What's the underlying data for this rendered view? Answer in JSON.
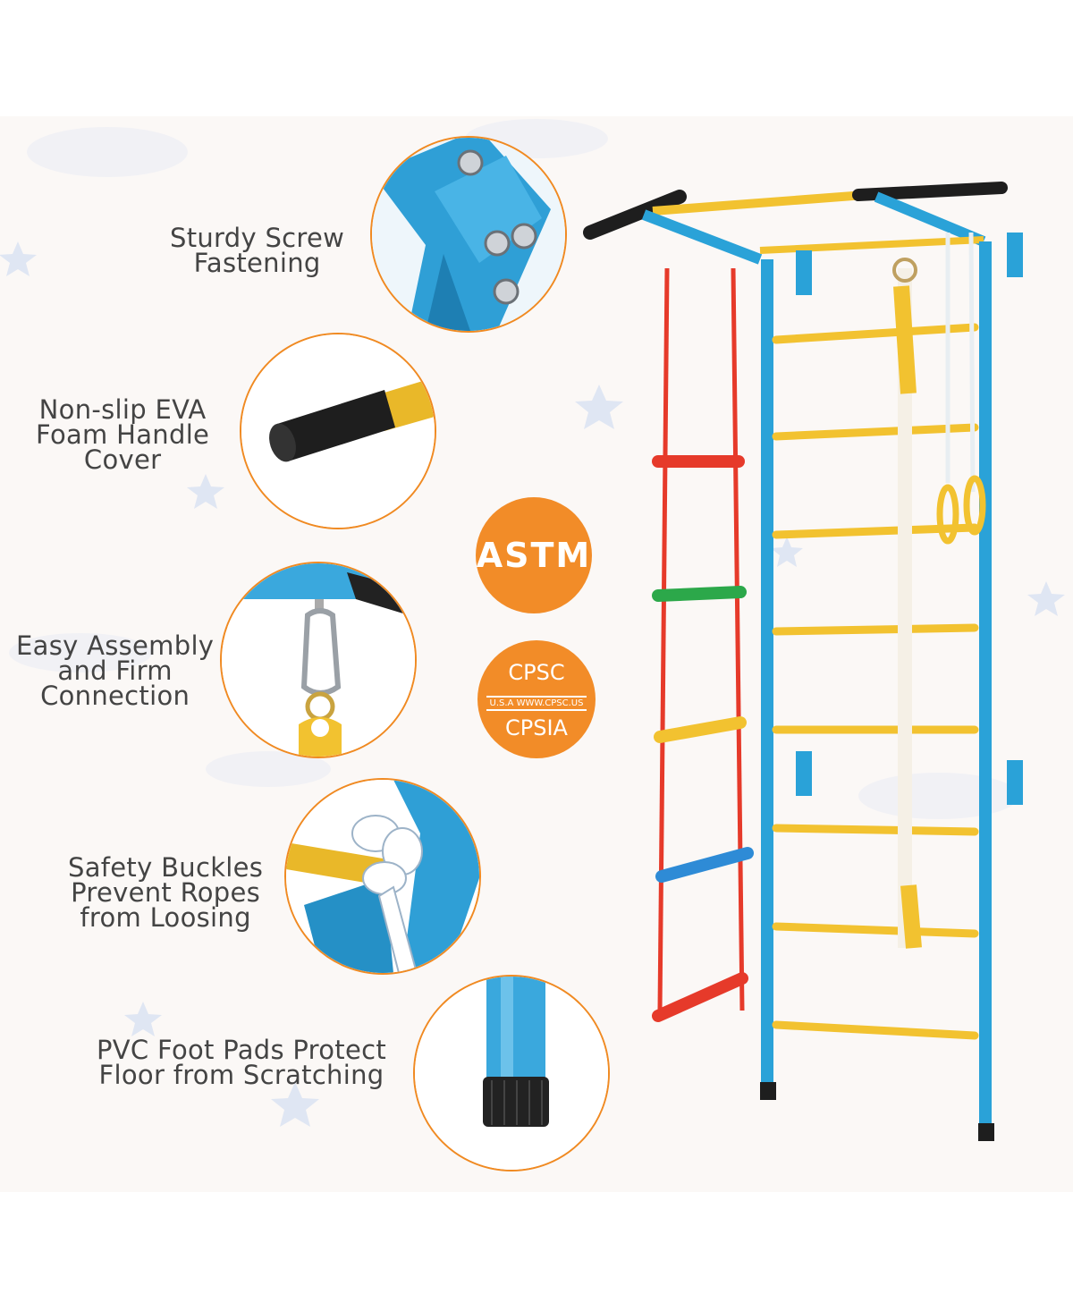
{
  "features": [
    {
      "line1": "Sturdy Screw",
      "line2": "Fastening",
      "line3": ""
    },
    {
      "line1": "Non-slip EVA",
      "line2": "Foam Handle",
      "line3": "Cover"
    },
    {
      "line1": "Easy Assembly",
      "line2": "and Firm",
      "line3": "Connection"
    },
    {
      "line1": "Safety Buckles",
      "line2": "Prevent Ropes",
      "line3": "from Loosing"
    },
    {
      "line1": "PVC Foot Pads Protect",
      "line2": "Floor from Scratching",
      "line3": ""
    }
  ],
  "badges": {
    "astm": "ASTM",
    "cpsc_top": "CPSC",
    "cpsc_mid": "U.S.A  WWW.CPSC.US",
    "cpsc_bottom": "CPSIA"
  },
  "colors": {
    "accent": "#f08a22",
    "frame_blue": "#2aa2d8",
    "rung_yellow": "#f2c230",
    "ladder_red": "#e63a2a"
  }
}
